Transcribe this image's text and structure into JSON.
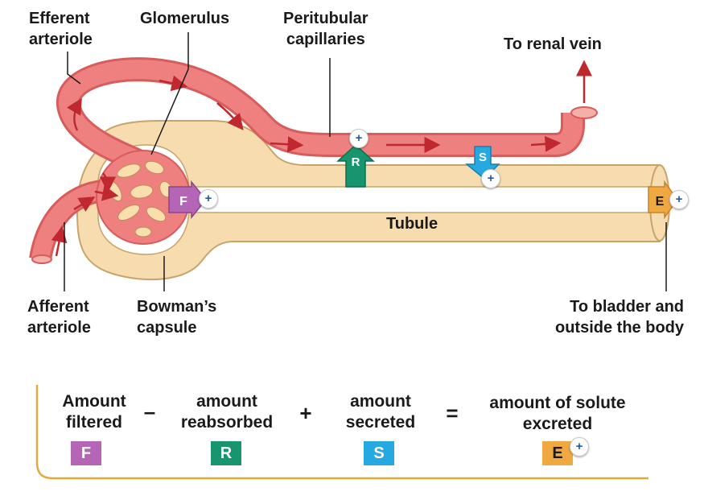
{
  "labels": {
    "efferent_arteriole": "Efferent\narteriole",
    "glomerulus": "Glomerulus",
    "peritubular_capillaries": "Peritubular\ncapillaries",
    "to_renal_vein": "To renal vein",
    "afferent_arteriole": "Afferent\narteriole",
    "bowmans_capsule": "Bowman’s\ncapsule",
    "to_bladder": "To bladder and\noutside the body",
    "tubule": "Tubule"
  },
  "process_letters": {
    "filtered": "F",
    "reabsorbed": "R",
    "secreted": "S",
    "excreted": "E"
  },
  "equation": {
    "term_filtered": "Amount\nfiltered",
    "op_minus": "–",
    "term_reabsorbed": "amount\nreabsorbed",
    "op_plus": "+",
    "term_secreted": "amount\nsecreted",
    "op_equals": "=",
    "term_excreted": "amount of solute\nexcreted"
  },
  "hotspot_symbol": "+",
  "colors": {
    "vessel_fill": "#ef8080",
    "vessel_stroke": "#d85c5c",
    "tubule_fill": "#f6dcae",
    "tubule_stroke": "#c8a46a",
    "arrow_red": "#c0282f",
    "filtered": "#b565b5",
    "reabsorbed": "#17956f",
    "secreted": "#25a9e0",
    "excreted": "#f0a841",
    "frame": "#e3a93d"
  }
}
